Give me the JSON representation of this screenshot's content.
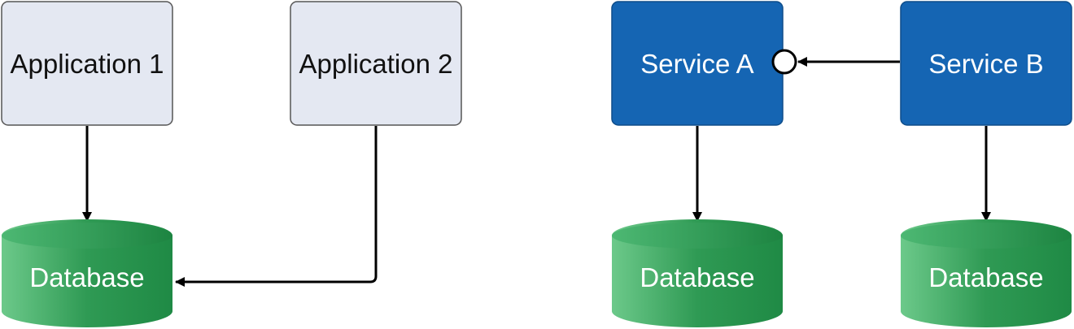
{
  "colors": {
    "app_fill": "#e4e8f2",
    "app_stroke": "#555555",
    "service_fill": "#1565b3",
    "database_fill": "#2e9a52",
    "arrow": "#000000"
  },
  "left": {
    "application_1": "Application 1",
    "application_2": "Application 2",
    "database": "Database"
  },
  "right": {
    "service_a": "Service A",
    "service_b": "Service B",
    "database_a": "Database",
    "database_b": "Database"
  }
}
